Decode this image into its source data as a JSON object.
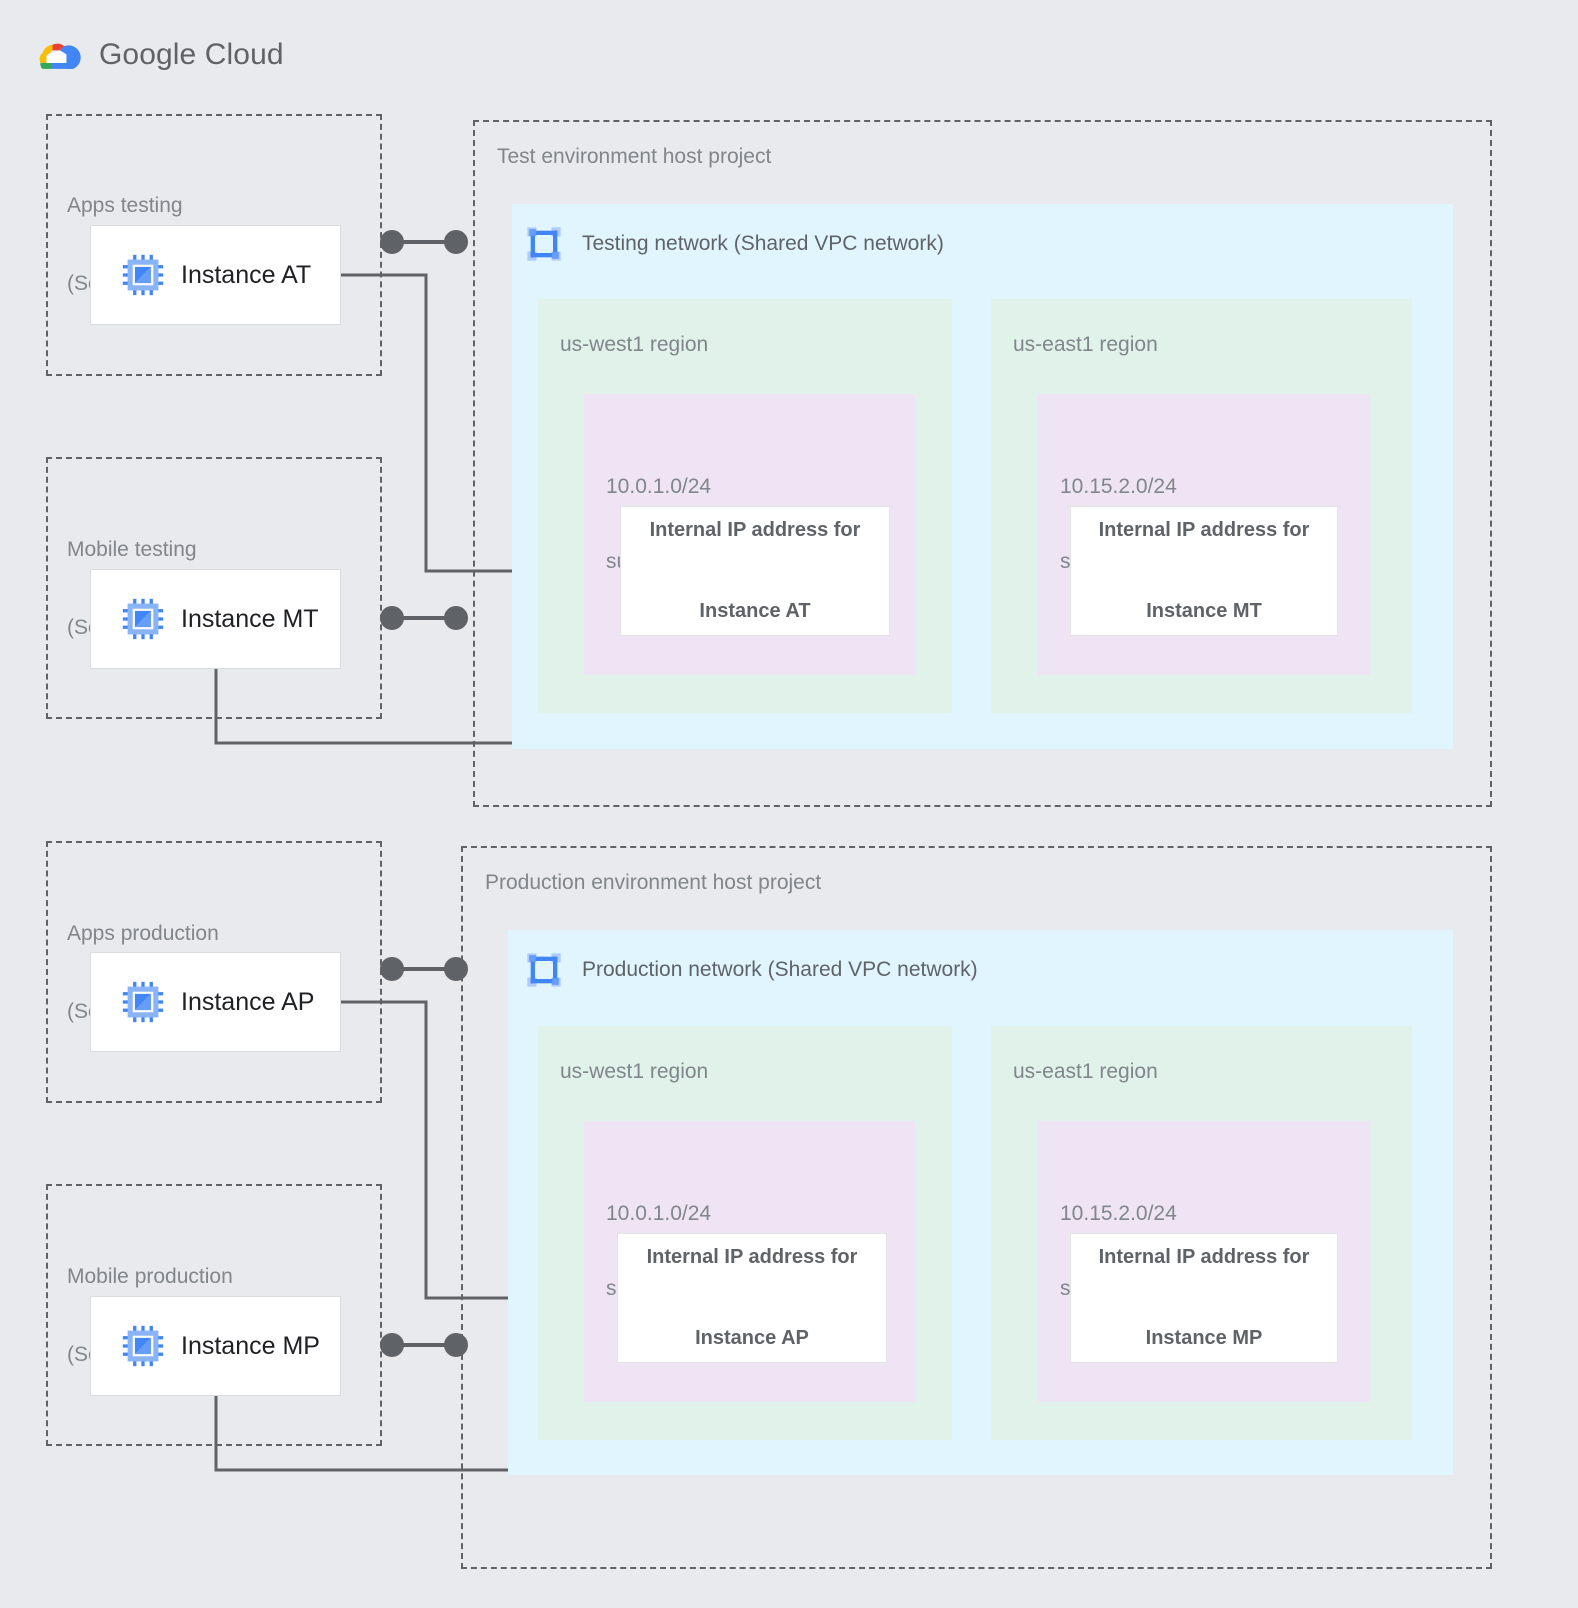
{
  "brand": {
    "name_bold": "Google",
    "name_light": " Cloud",
    "logo_icon": "google-cloud-logo",
    "colors": {
      "red": "#ea4335",
      "yellow": "#fbbc04",
      "green": "#34a853",
      "blue": "#4285f4"
    }
  },
  "palette": {
    "background": "#e8eaed",
    "network_fill": "#e1f5fe",
    "region_fill": "#e0f2e9",
    "subnet_fill": "#efe4f3",
    "card_fill": "#ffffff",
    "dashed_border": "#5f6368",
    "wire": "#5f6368",
    "label_gray": "#80868b",
    "text_dark": "#202124",
    "icon_blue": "#4285f4",
    "icon_blue_light": "#8ab4f8"
  },
  "service_projects": [
    {
      "id": "apps-testing",
      "title_line1": "Apps testing",
      "title_line2": "(Service project)",
      "instance": {
        "label": "Instance AT",
        "icon": "cpu-icon"
      }
    },
    {
      "id": "mobile-testing",
      "title_line1": "Mobile testing",
      "title_line2": "(Service project)",
      "instance": {
        "label": "Instance MT",
        "icon": "cpu-icon"
      }
    },
    {
      "id": "apps-production",
      "title_line1": "Apps production",
      "title_line2": "(Service project)",
      "instance": {
        "label": "Instance AP",
        "icon": "cpu-icon"
      }
    },
    {
      "id": "mobile-production",
      "title_line1": "Mobile production",
      "title_line2": "(Service project)",
      "instance": {
        "label": "Instance MP",
        "icon": "cpu-icon"
      }
    }
  ],
  "host_projects": [
    {
      "id": "test-environment",
      "title": "Test environment host project",
      "network": {
        "title": "Testing network (Shared VPC network)",
        "icon": "vpc-network-icon"
      },
      "regions": [
        {
          "id": "test-us-west1",
          "label": "us-west1 region",
          "subnet": {
            "cidr": "10.0.1.0/24",
            "kind": "subnet",
            "ip_box_line1": "Internal IP address for",
            "ip_box_line2": "Instance AT"
          }
        },
        {
          "id": "test-us-east1",
          "label": "us-east1 region",
          "subnet": {
            "cidr": "10.15.2.0/24",
            "kind": "subnet",
            "ip_box_line1": "Internal IP address for",
            "ip_box_line2": "Instance MT"
          }
        }
      ]
    },
    {
      "id": "production-environment",
      "title": "Production environment host project",
      "network": {
        "title": "Production network (Shared VPC network)",
        "icon": "vpc-network-icon"
      },
      "regions": [
        {
          "id": "prod-us-west1",
          "label": "us-west1 region",
          "subnet": {
            "cidr": "10.0.1.0/24",
            "kind": "subnet",
            "ip_box_line1": "Internal IP address for",
            "ip_box_line2": "Instance AP"
          }
        },
        {
          "id": "prod-us-east1",
          "label": "us-east1 region",
          "subnet": {
            "cidr": "10.15.2.0/24",
            "kind": "subnet",
            "ip_box_line1": "Internal IP address for",
            "ip_box_line2": "Instance MP"
          }
        }
      ]
    }
  ]
}
